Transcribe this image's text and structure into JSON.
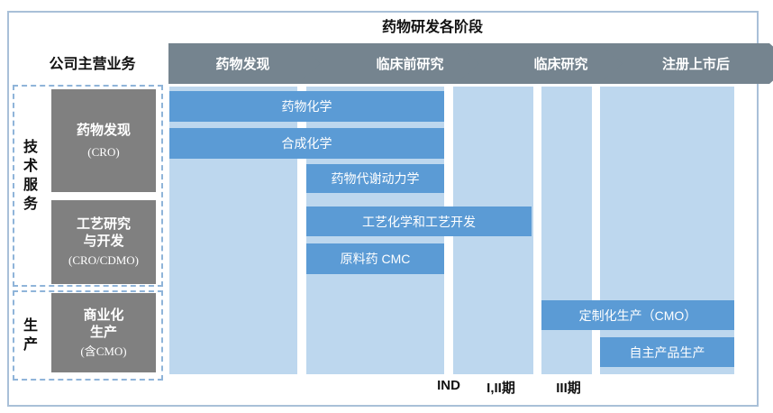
{
  "title": "药物研发各阶段",
  "left_panel": {
    "header": "公司主营业务",
    "groups": [
      {
        "vertical_label": "技术服务",
        "boxes": [
          {
            "lines": [
              "药物发现",
              "(CRO)"
            ]
          },
          {
            "lines": [
              "工艺研究",
              "与开发",
              "(CRO/CDMO)"
            ]
          }
        ]
      },
      {
        "vertical_label": "生产",
        "boxes": [
          {
            "lines": [
              "商业化",
              "生产",
              "(含CMO)"
            ]
          }
        ]
      }
    ]
  },
  "stages": [
    {
      "label": "药物发现"
    },
    {
      "label": "临床前研究"
    },
    {
      "label": "临床研究"
    },
    {
      "label": "注册上市后"
    }
  ],
  "bars": [
    {
      "label": "药物化学"
    },
    {
      "label": "合成化学"
    },
    {
      "label": "药物代谢动力学"
    },
    {
      "label": "工艺化学和工艺开发"
    },
    {
      "label": "原料药 CMC"
    },
    {
      "label": "定制化生产（CMO）"
    },
    {
      "label": "自主产品生产"
    }
  ],
  "milestones": [
    {
      "label": "IND"
    },
    {
      "label": "I,II期"
    },
    {
      "label": "III期"
    }
  ],
  "colors": {
    "stage_chevron": "#75848f",
    "phase_column": "#bdd7ee",
    "task_bar": "#5b9bd5",
    "business_box": "#808080",
    "frame_border": "#a9c0d8",
    "dashed_border": "#8fb4d9"
  }
}
